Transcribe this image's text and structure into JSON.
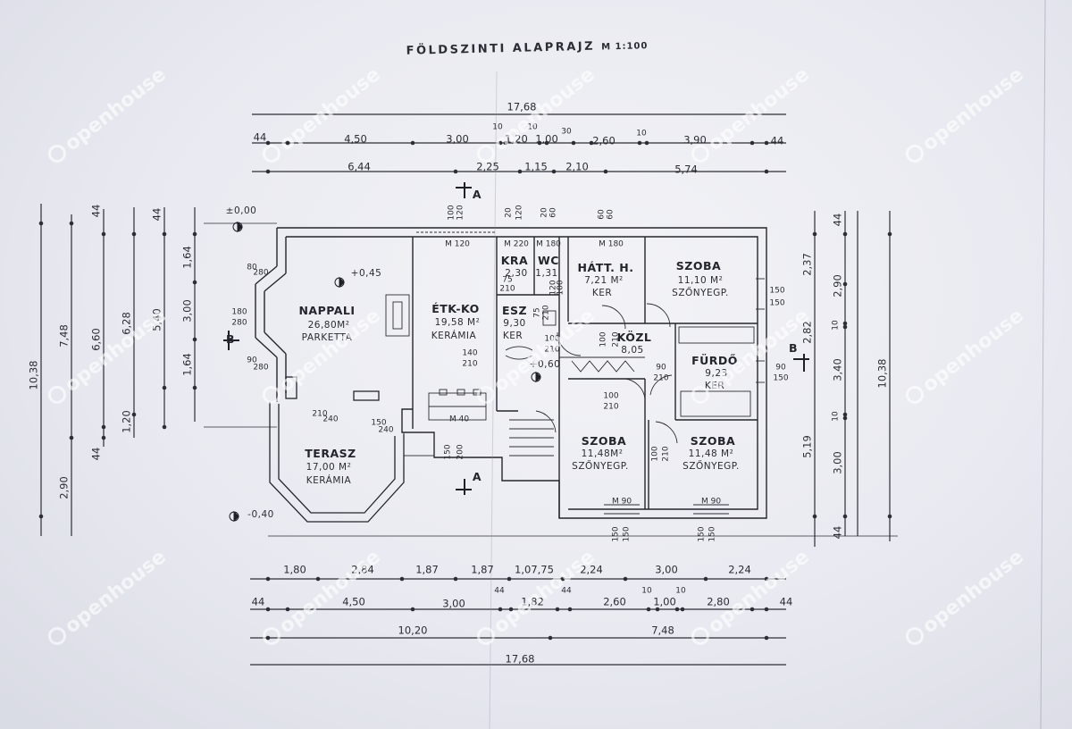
{
  "title": {
    "main": "FÖLDSZINTI ALAPRAJZ",
    "scale": "M 1:100"
  },
  "levels": {
    "zero": "±0,00",
    "living": "+0,45",
    "hall": "+0,60",
    "terrace": "-0,40"
  },
  "sections": {
    "a": "A",
    "b": "B"
  },
  "rooms": {
    "nappali": {
      "name": "NAPPALI",
      "area": "26,80M²",
      "floor": "PARKETTA"
    },
    "etkezo": {
      "name": "ÉTK-KO",
      "area": "19,58 M²",
      "floor": "KERÁMIA"
    },
    "kamra": {
      "name": "KRA",
      "area": "2,30"
    },
    "wc": {
      "name": "WC",
      "area": "1,31"
    },
    "eloszoba": {
      "name": "ESZ",
      "area": "9,30",
      "floor": "KER"
    },
    "hatso": {
      "name": "HÁTT. H.",
      "area": "7,21 M²",
      "floor": "KER"
    },
    "szoba1": {
      "name": "SZOBA",
      "area": "11,10 M²",
      "floor": "SZŐNYEGP."
    },
    "kozl": {
      "name": "KÖZL",
      "area": "8,05"
    },
    "furdo": {
      "name": "FÜRDŐ",
      "area": "9,23",
      "floor": "KER"
    },
    "szoba2": {
      "name": "SZOBA",
      "area": "11,48M²",
      "floor": "SZŐNYEGP."
    },
    "szoba3": {
      "name": "SZOBA",
      "area": "11,48 M²",
      "floor": "SZŐNYEGP."
    },
    "terasz": {
      "name": "TERASZ",
      "area": "17,00 M²",
      "floor": "KERÁMIA"
    }
  },
  "dims_top": {
    "total": "17,68",
    "r2": [
      "44",
      "4,50",
      "3,00",
      "10",
      "1,20",
      "10",
      "1,00",
      "30",
      "2,60",
      "10",
      "3,90",
      "44"
    ],
    "r3": [
      "6,44",
      "2,25",
      "1,15",
      "2,10",
      "5,74"
    ]
  },
  "dims_bottom": {
    "r1": [
      "1,80",
      "2,84",
      "1,87",
      "1,87",
      "1,07,75",
      "2,24",
      "3,00",
      "2,24"
    ],
    "r2": [
      "44",
      "4,50",
      "3,00",
      "44",
      "1,82",
      "44",
      "2,60",
      "10",
      "1,00",
      "10",
      "2,80",
      "44"
    ],
    "r3": [
      "10,20",
      "7,48"
    ],
    "total": "17,68"
  },
  "dims_left": [
    "10,38",
    "7,48",
    "6,60",
    "6,28",
    "5,40",
    "3,00",
    "1,64",
    "1,64",
    "44",
    "44",
    "1,20",
    "44",
    "2,90"
  ],
  "dims_right": [
    "44",
    "2,37",
    "2,90",
    "2,82",
    "10",
    "3,40",
    "10",
    "10,38",
    "5,19",
    "3,00",
    "44"
  ],
  "openings": [
    "100",
    "120",
    "M 120",
    "20",
    "120",
    "20",
    "60",
    "60",
    "60",
    "M 220",
    "M 180",
    "M 180",
    "75",
    "210",
    "75",
    "210",
    "120",
    "100",
    "150",
    "150",
    "180",
    "280",
    "80",
    "280",
    "90",
    "280",
    "210",
    "240",
    "150",
    "240",
    "M 40",
    "150",
    "200",
    "140",
    "210",
    "100",
    "210",
    "100",
    "210",
    "90",
    "210",
    "90",
    "150",
    "100",
    "210",
    "100",
    "210",
    "M 90",
    "M 90",
    "150",
    "150",
    "150",
    "150"
  ],
  "watermark": "openhouse"
}
